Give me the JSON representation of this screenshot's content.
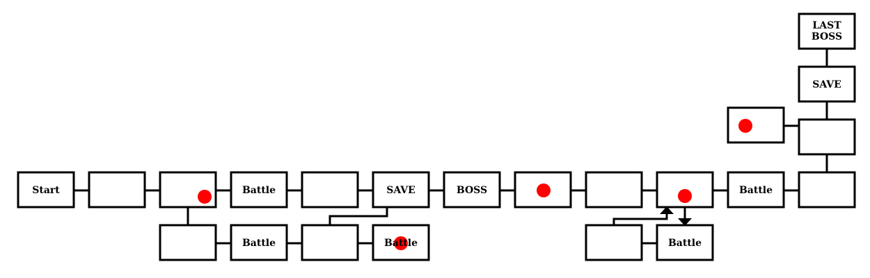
{
  "diagram": {
    "dot_color": "#ff0000",
    "main_path": [
      "Start",
      "",
      "",
      "Battle",
      "",
      "SAVE",
      "BOSS",
      "",
      "",
      "",
      "Battle",
      ""
    ],
    "branch_lower": [
      "",
      "Battle",
      "",
      "Battle"
    ],
    "branch_right_lower": [
      "",
      "Battle"
    ],
    "final_column": [
      "",
      "SAVE",
      "LAST\nBOSS"
    ],
    "final_side": [
      ""
    ],
    "last_boss_line1": "LAST",
    "last_boss_line2": "BOSS"
  }
}
